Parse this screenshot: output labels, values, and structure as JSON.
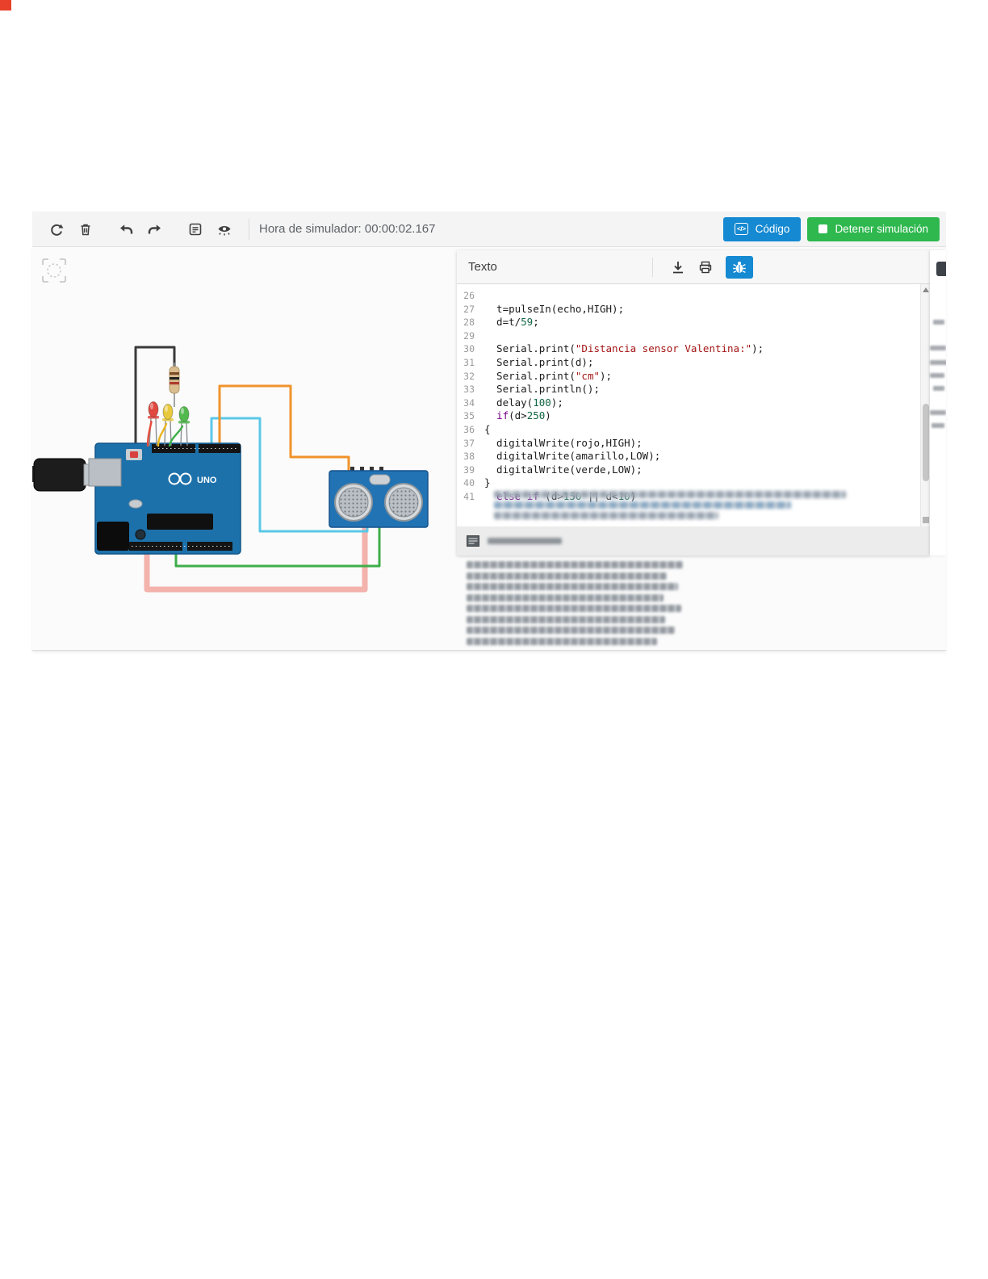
{
  "toolbar": {
    "sim_time": "Hora de simulador: 00:00:02.167",
    "code_button_label": "Código",
    "stop_button_label": "Detener simulación"
  },
  "panel": {
    "mode_label": "Texto",
    "code": {
      "lines": [
        {
          "n": "26",
          "seg": []
        },
        {
          "n": "27",
          "seg": [
            {
              "t": "  t=pulseIn(echo,HIGH);"
            }
          ]
        },
        {
          "n": "28",
          "seg": [
            {
              "t": "  d=t/"
            },
            {
              "t": "59",
              "c": "num"
            },
            {
              "t": ";"
            }
          ]
        },
        {
          "n": "29",
          "seg": []
        },
        {
          "n": "30",
          "seg": [
            {
              "t": "  Serial.print("
            },
            {
              "t": "\"Distancia sensor Valentina:\"",
              "c": "str"
            },
            {
              "t": ");"
            }
          ]
        },
        {
          "n": "31",
          "seg": [
            {
              "t": "  Serial.print(d);"
            }
          ]
        },
        {
          "n": "32",
          "seg": [
            {
              "t": "  Serial.print("
            },
            {
              "t": "\"cm\"",
              "c": "str"
            },
            {
              "t": ");"
            }
          ]
        },
        {
          "n": "33",
          "seg": [
            {
              "t": "  Serial.println();"
            }
          ]
        },
        {
          "n": "34",
          "seg": [
            {
              "t": "  delay("
            },
            {
              "t": "100",
              "c": "num"
            },
            {
              "t": ");"
            }
          ]
        },
        {
          "n": "35",
          "seg": [
            {
              "t": "  "
            },
            {
              "t": "if",
              "c": "kw"
            },
            {
              "t": "(d>"
            },
            {
              "t": "250",
              "c": "num"
            },
            {
              "t": ")"
            }
          ]
        },
        {
          "n": "36",
          "seg": [
            {
              "t": "{"
            }
          ]
        },
        {
          "n": "37",
          "seg": [
            {
              "t": "  digitalWrite(rojo,HIGH);"
            }
          ]
        },
        {
          "n": "38",
          "seg": [
            {
              "t": "  digitalWrite(amarillo,LOW);"
            }
          ]
        },
        {
          "n": "39",
          "seg": [
            {
              "t": "  digitalWrite(verde,LOW);"
            }
          ]
        },
        {
          "n": "40",
          "seg": [
            {
              "t": "}"
            }
          ]
        },
        {
          "n": "41",
          "seg": [
            {
              "t": "  "
            },
            {
              "t": "else",
              "c": "kw"
            },
            {
              "t": " "
            },
            {
              "t": "if",
              "c": "kw"
            },
            {
              "t": " (d>"
            },
            {
              "t": "150",
              "c": "num"
            },
            {
              "t": " || d<"
            },
            {
              "t": "10",
              "c": "num"
            },
            {
              "t": ")"
            }
          ]
        }
      ]
    },
    "blur_block_rows": [
      436,
      368,
      278
    ],
    "footer_blur_width": 92
  },
  "serial": {
    "rows": [
      268,
      248,
      262,
      244,
      266,
      246,
      258,
      236
    ]
  },
  "right_strip": {
    "fragments": [
      {
        "w": 14,
        "mt": 54
      },
      {
        "w": 20,
        "mt": 26
      },
      {
        "w": 22,
        "mt": 12
      },
      {
        "w": 18,
        "mt": 10
      },
      {
        "w": 14,
        "mt": 10
      },
      {
        "w": 20,
        "mt": 24
      },
      {
        "w": 16,
        "mt": 10
      }
    ]
  },
  "circuit": {
    "board_label": "UNO"
  },
  "colors": {
    "accent_blue": "#1589d1",
    "accent_green": "#2eb84e",
    "led_red": "#e0493f",
    "led_yellow": "#e8c93e",
    "led_green": "#52b94f",
    "wire_orange": "#f0932b",
    "wire_cyan": "#5bc8e8",
    "wire_green": "#3fae49",
    "wire_yellow": "#e8b51f",
    "wire_red": "#e74c3c",
    "wire_black": "#3a3a3a"
  }
}
